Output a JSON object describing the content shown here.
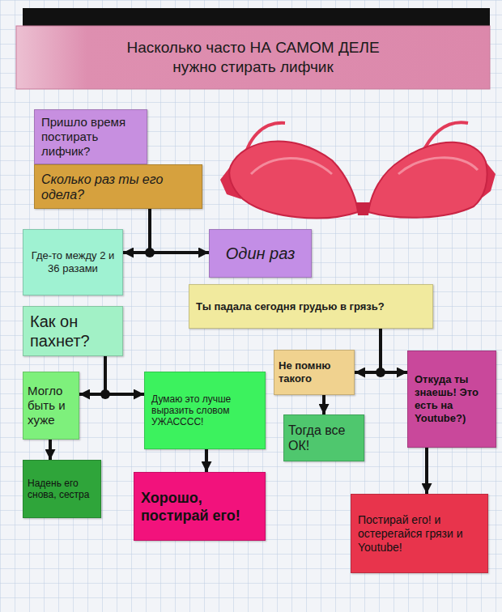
{
  "diagram": {
    "title": "Насколько часто НА САМОМ ДЕЛЕ нужно стирать лифчик",
    "nodes": [
      {
        "text": [
          "Пришло время постирать лифчик?"
        ]
      },
      {
        "text": [
          "Сколько раз ты его одела?"
        ]
      },
      {
        "text": [
          "Где-то между 2 и 36 разами"
        ]
      },
      {
        "text": [
          "Один раз"
        ]
      },
      {
        "text": [
          "Ты падала сегодня грудью в грязь?"
        ]
      },
      {
        "text": [
          "Как он пахнет?"
        ]
      },
      {
        "text": [
          "Не помню такого"
        ]
      },
      {
        "text": [
          "Откуда ты знаешь! Это есть на Youtube?)"
        ]
      },
      {
        "text": [
          "Могло быть и хуже"
        ]
      },
      {
        "text": [
          "Думаю это лучше выразить словом УЖАСССС!"
        ]
      },
      {
        "text": [
          "Тогда все ОК!"
        ]
      },
      {
        "text": [
          "Надень его снова, сестра"
        ]
      },
      {
        "text": [
          "Хорошо, постирай его!"
        ]
      },
      {
        "text": [
          "Постирай его! и остерегайся грязи и Youtube!"
        ]
      }
    ],
    "edges": [
      {
        "from": 1,
        "to": 2,
        "arrow": "to"
      },
      {
        "from": 1,
        "to": 3,
        "arrow": "to"
      },
      {
        "from": 4,
        "to": 6,
        "arrow": "to"
      },
      {
        "from": 4,
        "to": 7,
        "arrow": "to"
      },
      {
        "from": 5,
        "to": 8,
        "arrow": "to"
      },
      {
        "from": 5,
        "to": 9,
        "arrow": "to"
      },
      {
        "from": 6,
        "to": 10,
        "arrow": "to"
      },
      {
        "from": 7,
        "to": 13,
        "arrow": "to"
      },
      {
        "from": 8,
        "to": 11,
        "arrow": "to"
      },
      {
        "from": 9,
        "to": 12,
        "arrow": "to"
      }
    ]
  }
}
